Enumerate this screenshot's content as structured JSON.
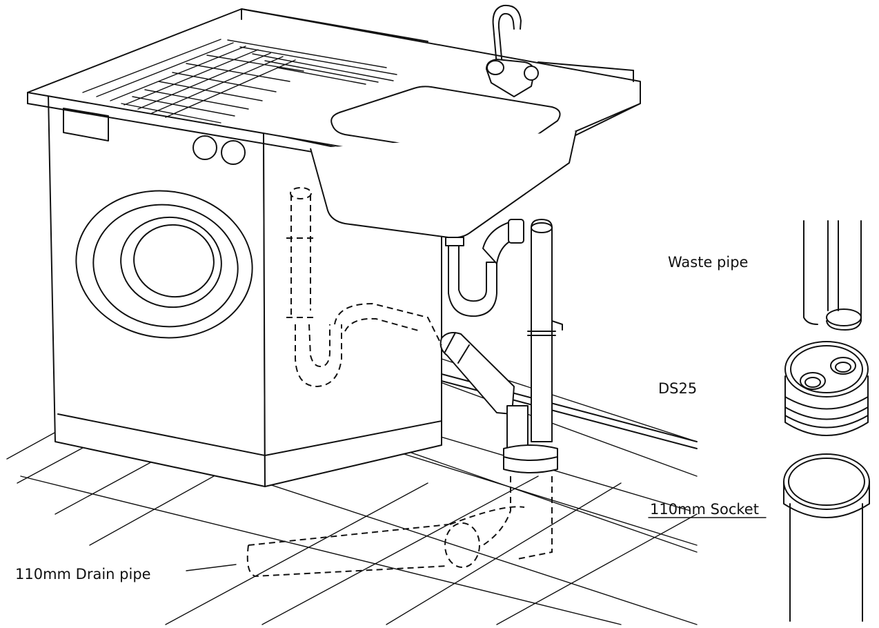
{
  "labels": {
    "waste_pipe": "Waste pipe",
    "ds25": "DS25",
    "socket": "110mm Socket",
    "drain_pipe": "110mm Drain pipe"
  },
  "colors": {
    "line": "#111111",
    "background": "#ffffff"
  }
}
